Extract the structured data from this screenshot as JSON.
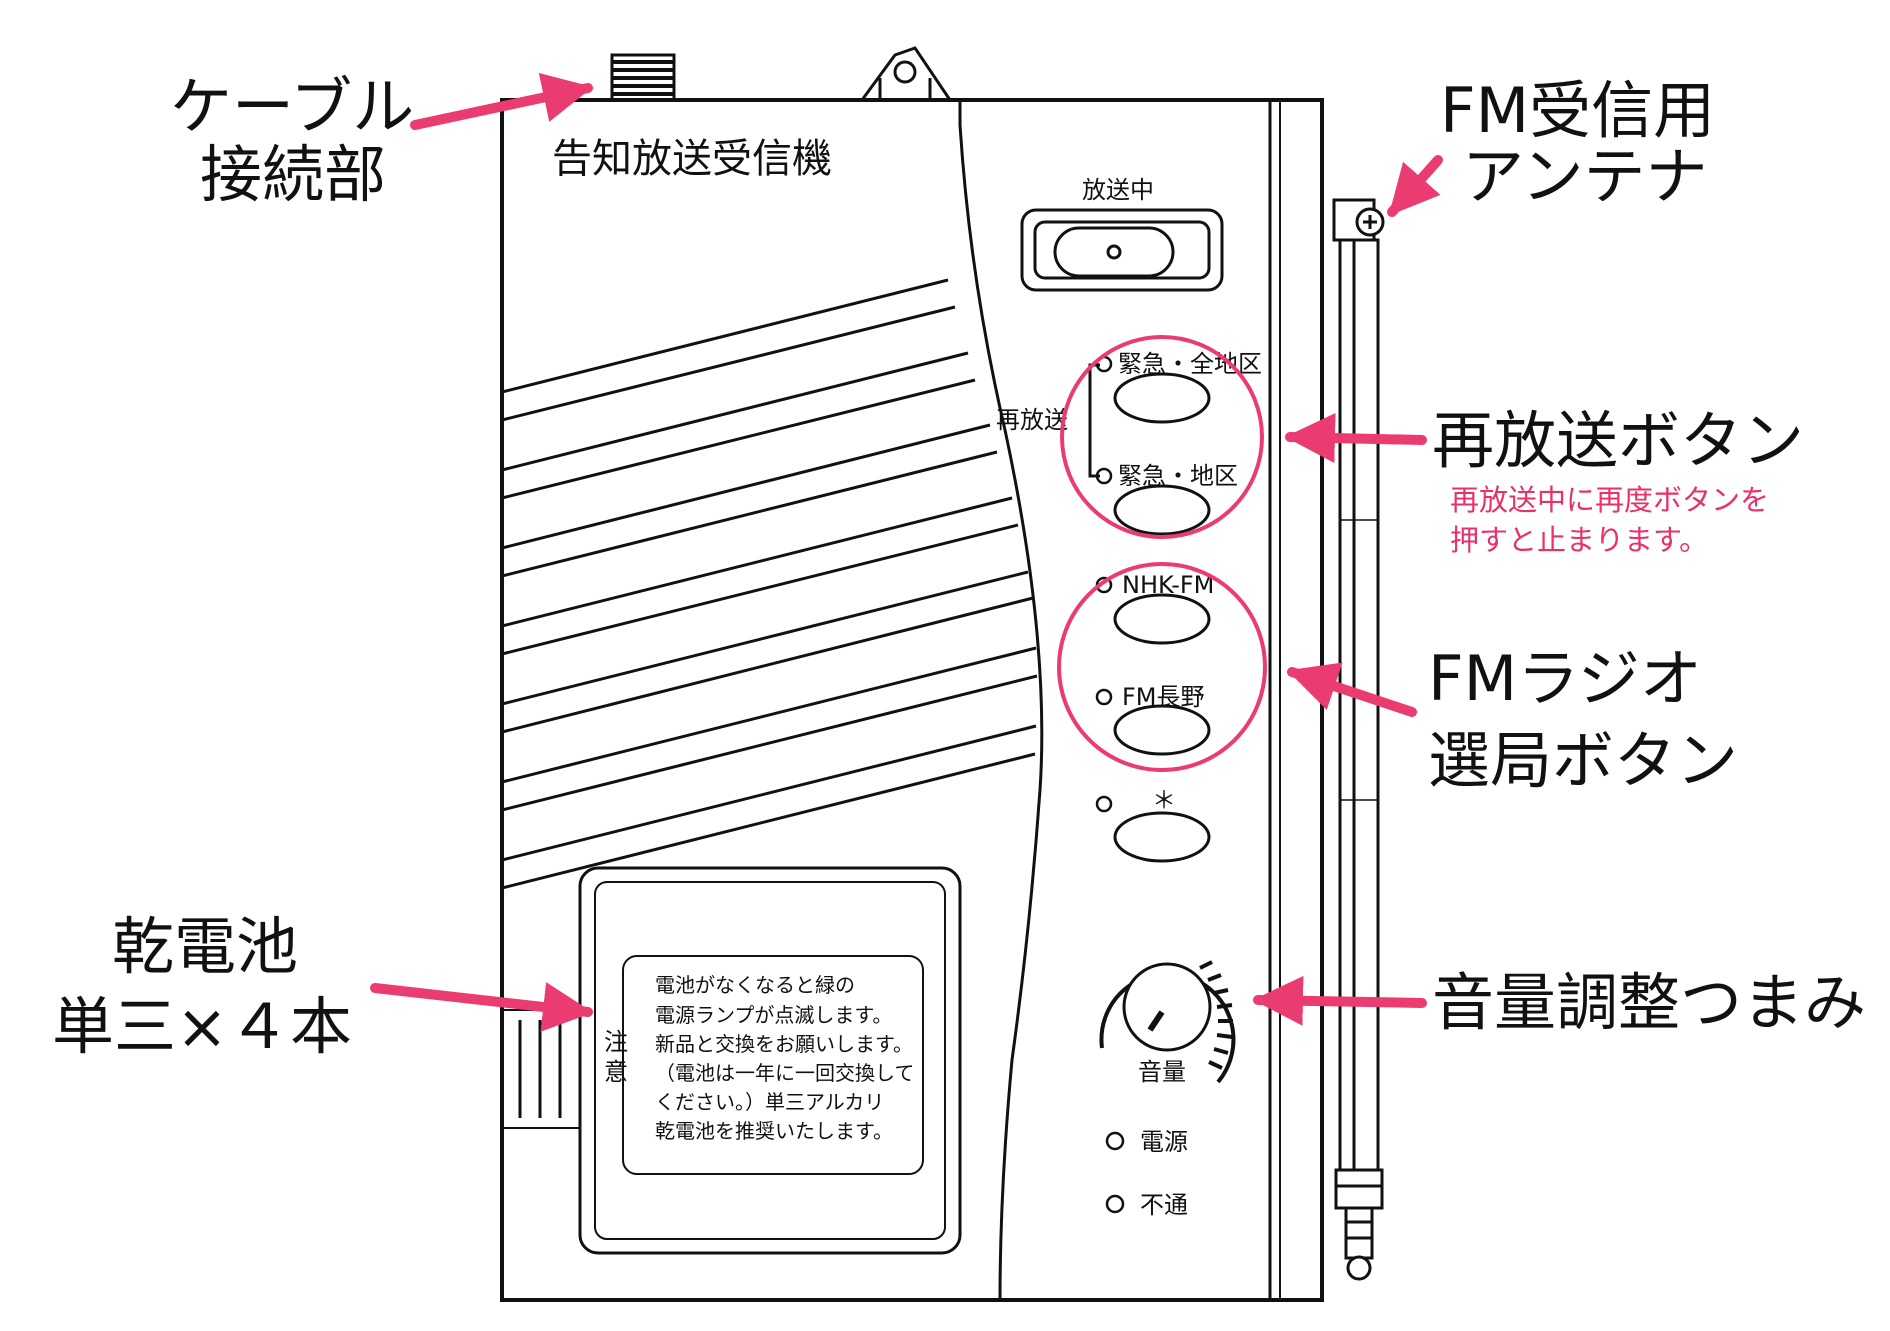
{
  "colors": {
    "accent": "#ea3c70",
    "note": "#e8306a",
    "line": "#111111"
  },
  "device": {
    "title": "告知放送受信機",
    "on_air_label": "放送中",
    "rebroadcast_label": "再放送",
    "buttons": {
      "emergency_all": "緊急・全地区",
      "emergency_district": "緊急・地区",
      "nhk_fm": "NHK-FM",
      "fm_nagano": "FM長野",
      "aux": "＊"
    },
    "volume_label": "音量",
    "indicators": {
      "power": "電源",
      "no_signal": "不通"
    },
    "notice": {
      "heading": [
        "注",
        "意"
      ],
      "lines": [
        "電池がなくなると緑の",
        "電源ランプが点滅します。",
        "新品と交換をお願いします。",
        "（電池は一年に一回交換して",
        "ください。）単三アルカリ",
        "乾電池を推奨いたします。"
      ]
    }
  },
  "callouts": {
    "cable": [
      "ケーブル",
      "接続部"
    ],
    "antenna": [
      "FM受信用",
      "アンテナ"
    ],
    "rebroadcast": {
      "title": "再放送ボタン",
      "note": [
        "再放送中に再度ボタンを",
        "押すと止まります。"
      ]
    },
    "fm_select": [
      "FMラジオ",
      "選局ボタン"
    ],
    "battery": [
      "乾電池",
      "単三×４本"
    ],
    "volume": "音量調整つまみ"
  }
}
